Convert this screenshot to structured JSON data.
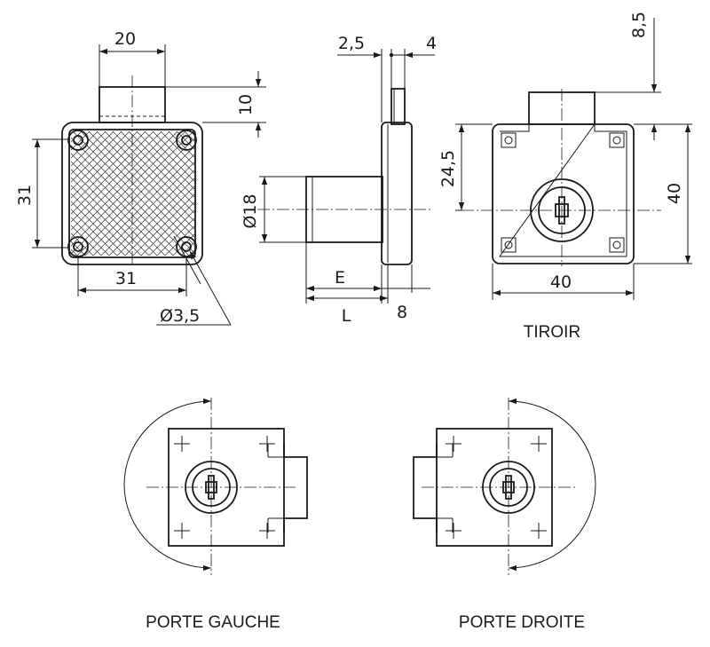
{
  "front_view": {
    "width_top": "20",
    "height_top": "10",
    "height_left": "31",
    "width_bottom": "31",
    "hole_diameter": "Ø3,5"
  },
  "side_view": {
    "dim_left": "2,5",
    "dim_right": "4",
    "diameter": "Ø18",
    "dim_e": "E",
    "dim_l": "L",
    "dim_8": "8"
  },
  "tiroir_view": {
    "dim_top": "8,5",
    "dim_left": "24,5",
    "dim_right": "40",
    "dim_bottom": "40",
    "caption": "TIROIR"
  },
  "porte_gauche": {
    "caption": "PORTE GAUCHE"
  },
  "porte_droite": {
    "caption": "PORTE DROITE"
  }
}
